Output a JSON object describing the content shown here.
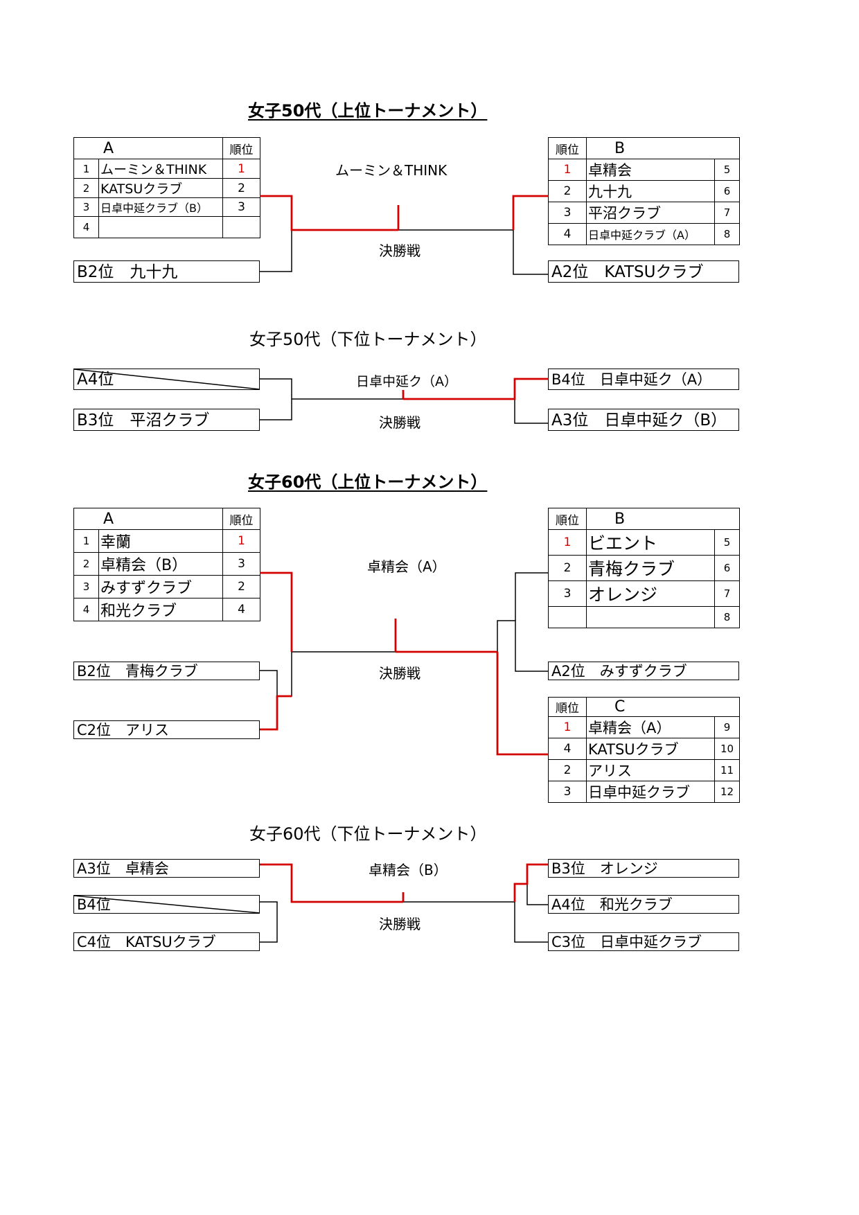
{
  "sections": [
    {
      "title": "女子50代（上位トーナメント）",
      "group_a": {
        "header": "A",
        "rank_header": "順位",
        "rows": [
          {
            "no": "1",
            "team": "ムーミン＆THINK",
            "rank": "1"
          },
          {
            "no": "2",
            "team": "KATSUクラブ",
            "rank": "2"
          },
          {
            "no": "3",
            "team": "日卓中延クラブ（B）",
            "rank": "3"
          },
          {
            "no": "4",
            "team": "",
            "rank": ""
          }
        ]
      },
      "group_b": {
        "header": "B",
        "rank_header": "順位",
        "rows": [
          {
            "rank": "1",
            "team": "卓精会",
            "no": "5"
          },
          {
            "rank": "2",
            "team": "九十九",
            "no": "6"
          },
          {
            "rank": "3",
            "team": "平沼クラブ",
            "no": "7"
          },
          {
            "rank": "4",
            "team": "日卓中延クラブ（A）",
            "no": "8"
          }
        ]
      },
      "winner": "ムーミン＆THINK",
      "final_label": "決勝戦",
      "left_box": "B2位　九十九",
      "right_box": "A2位　KATSUクラブ"
    },
    {
      "title": "女子50代（下位トーナメント）",
      "winner": "日卓中延ク（A）",
      "final_label": "決勝戦",
      "left_boxes": [
        "A4位",
        "B3位　平沼クラブ"
      ],
      "right_boxes": [
        "B4位　日卓中延ク（A）",
        "A3位　日卓中延ク（B）"
      ]
    },
    {
      "title": "女子60代（上位トーナメント）",
      "group_a": {
        "header": "A",
        "rank_header": "順位",
        "rows": [
          {
            "no": "1",
            "team": "幸蘭",
            "rank": "1"
          },
          {
            "no": "2",
            "team": "卓精会（B）",
            "rank": "3"
          },
          {
            "no": "3",
            "team": "みすずクラブ",
            "rank": "2"
          },
          {
            "no": "4",
            "team": "和光クラブ",
            "rank": "4"
          }
        ]
      },
      "group_b": {
        "header": "B",
        "rank_header": "順位",
        "rows": [
          {
            "rank": "1",
            "team": "ビエント",
            "no": "5"
          },
          {
            "rank": "2",
            "team": "青梅クラブ",
            "no": "6"
          },
          {
            "rank": "3",
            "team": "オレンジ",
            "no": "7"
          },
          {
            "rank": "",
            "team": "",
            "no": "8"
          }
        ]
      },
      "group_c": {
        "header": "C",
        "rank_header": "順位",
        "rows": [
          {
            "rank": "1",
            "team": "卓精会（A）",
            "no": "9"
          },
          {
            "rank": "4",
            "team": "KATSUクラブ",
            "no": "10"
          },
          {
            "rank": "2",
            "team": "アリス",
            "no": "11"
          },
          {
            "rank": "3",
            "team": "日卓中延クラブ",
            "no": "12"
          }
        ]
      },
      "winner": "卓精会（A）",
      "final_label": "決勝戦",
      "left_boxes": [
        "B2位　青梅クラブ",
        "C2位　アリス"
      ],
      "right_box": "A2位　みすずクラブ"
    },
    {
      "title": "女子60代（下位トーナメント）",
      "winner": "卓精会（B）",
      "final_label": "決勝戦",
      "left_boxes": [
        "A3位　卓精会",
        "B4位",
        "C4位　KATSUクラブ"
      ],
      "right_boxes": [
        "B3位　オレンジ",
        "A4位　和光クラブ",
        "C3位　日卓中延クラブ"
      ]
    }
  ],
  "colors": {
    "line": "#000000",
    "winner_line": "#d40000",
    "first_rank": "#d40000"
  }
}
